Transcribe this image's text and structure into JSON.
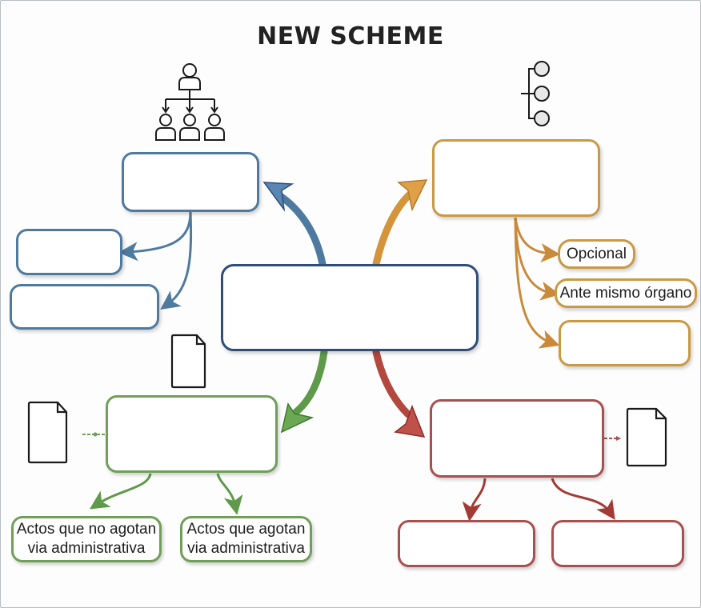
{
  "title": "NEW SCHEME",
  "colors": {
    "blue": "#4e7aa0",
    "navy": "#2f4d78",
    "orange": "#d4943a",
    "green": "#5f9a4a",
    "red": "#b3483f"
  },
  "icons": {
    "hierarchy": "org-chart-icon",
    "bracket_list": "bracket-list-icon",
    "document": "document-icon"
  },
  "central": {
    "label": ""
  },
  "branches": {
    "blue": {
      "main": "",
      "children": [
        "",
        ""
      ]
    },
    "orange": {
      "main": "",
      "children": [
        "Opcional",
        "Ante mismo órgano",
        ""
      ]
    },
    "green": {
      "main": "",
      "children": [
        "Actos que no agotan via administrativa",
        "Actos que agotan via administrativa"
      ]
    },
    "red": {
      "main": "",
      "children": [
        "",
        ""
      ]
    }
  }
}
